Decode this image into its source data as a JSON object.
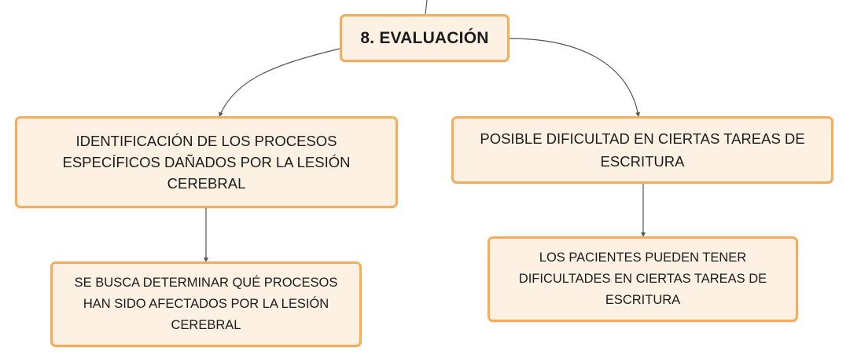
{
  "nodes": {
    "root": "8. EVALUACIÓN",
    "left": "IDENTIFICACIÓN DE LOS PROCESOS ESPECÍFICOS DAÑADOS POR LA LESIÓN CEREBRAL",
    "right": "POSIBLE DIFICULTAD EN CIERTAS TAREAS DE ESCRITURA",
    "left_child": "SE BUSCA DETERMINAR QUÉ PROCESOS HAN SIDO AFECTADOS POR LA LESIÓN CEREBRAL",
    "right_child": "LOS PACIENTES PUEDEN TENER DIFICULTADES EN CIERTAS TAREAS DE ESCRITURA"
  },
  "colors": {
    "node_fill": "#fdf1e4",
    "node_border": "#f3ad5b",
    "connector": "#555555",
    "text": "#1c1c1c"
  }
}
